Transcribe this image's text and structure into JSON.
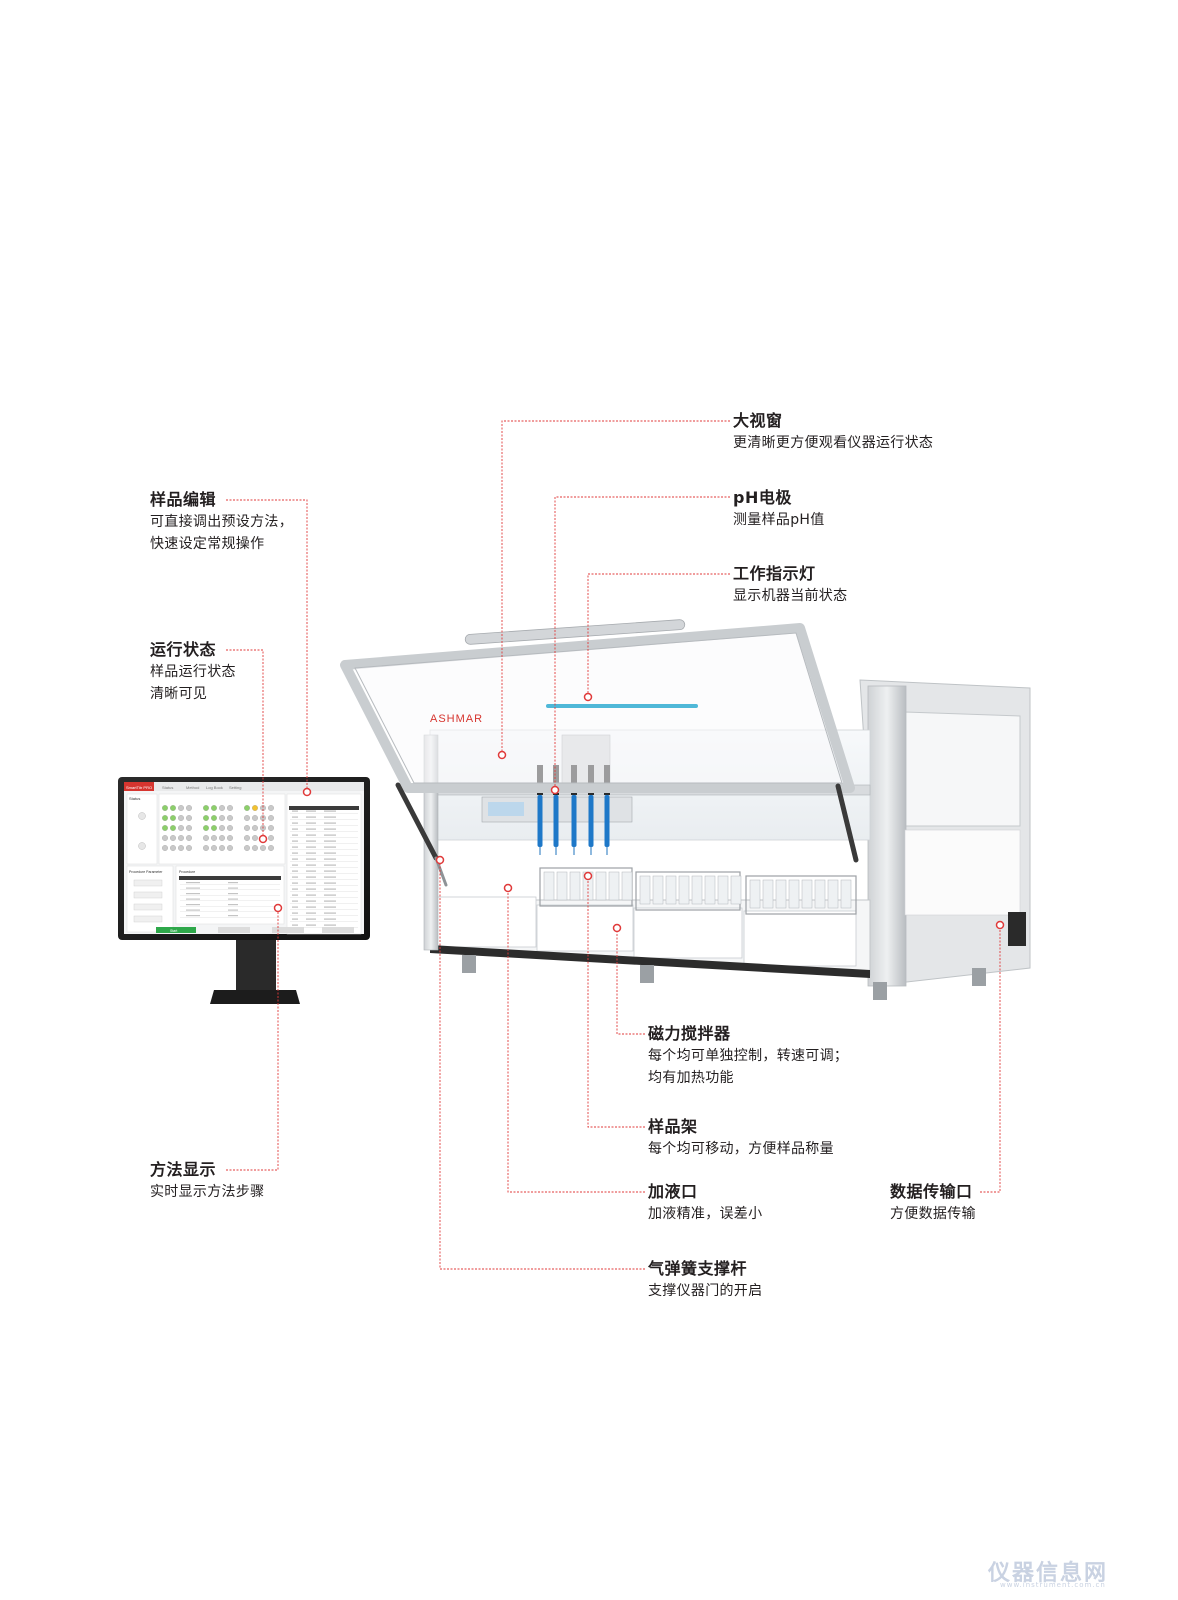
{
  "callouts": {
    "window": {
      "title": "大视窗",
      "desc": [
        "更清晰更方便观看仪器运行状态"
      ]
    },
    "ph": {
      "title": "pH电极",
      "desc": [
        "测量样品pH值"
      ]
    },
    "indicator": {
      "title": "工作指示灯",
      "desc": [
        "显示机器当前状态"
      ]
    },
    "sample_edit": {
      "title": "样品编辑",
      "desc": [
        "可直接调出预设方法，",
        "快速设定常规操作"
      ]
    },
    "run_status": {
      "title": "运行状态",
      "desc": [
        "样品运行状态",
        "清晰可见"
      ]
    },
    "method": {
      "title": "方法显示",
      "desc": [
        "实时显示方法步骤"
      ]
    },
    "stirrer": {
      "title": "磁力搅拌器",
      "desc": [
        "每个均可单独控制，转速可调；",
        "均有加热功能"
      ]
    },
    "rack": {
      "title": "样品架",
      "desc": [
        "每个均可移动，方便样品称量"
      ]
    },
    "dosing": {
      "title": "加液口",
      "desc": [
        "加液精准，误差小"
      ]
    },
    "data_port": {
      "title": "数据传输口",
      "desc": [
        "方便数据传输"
      ]
    },
    "gas_spring": {
      "title": "气弹簧支撑杆",
      "desc": [
        "支撑仪器门的开启"
      ]
    }
  },
  "instrument": {
    "brand": "ASHMAR"
  },
  "monitor": {
    "app_name": "SmartTitr PRO",
    "tabs": [
      "Status",
      "Method",
      "Log Book",
      "Setting"
    ],
    "status_title": "Status",
    "sample_panel_title": "Samples",
    "params_title": "Procedure Parameter",
    "procedure_title": "Procedure",
    "start_label": "Start"
  },
  "colors": {
    "accent": "#e03a3a",
    "indicator": "#4fb8d8",
    "electrode": "#1e78c8",
    "start_button": "#2ea84a"
  },
  "watermark": {
    "text": "仪器信息网",
    "sub": "www.instrument.com.cn"
  }
}
